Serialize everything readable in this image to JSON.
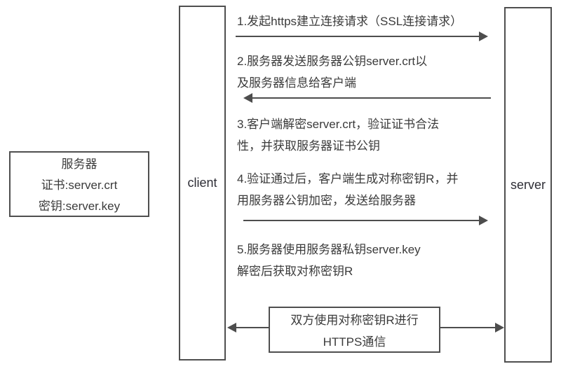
{
  "colors": {
    "background": "#ffffff",
    "border": "#4f4f4f",
    "line": "#4d4d4d",
    "text": "#3b3b3b"
  },
  "server_info_box": {
    "title": "服务器",
    "certificate": "证书:server.crt",
    "key": "密钥:server.key"
  },
  "lifelines": {
    "client": "client",
    "server": "server"
  },
  "steps": [
    {
      "lines": [
        "1.发起https建立连接请求（SSL连接请求）",
        ""
      ],
      "arrow": "client-to-server"
    },
    {
      "lines": [
        "2.服务器发送服务器公钥server.crt以",
        "及服务器信息给客户端"
      ],
      "arrow": "server-to-client"
    },
    {
      "lines": [
        "3.客户端解密server.crt，验证证书合法",
        "性，并获取服务器证书公钥"
      ],
      "arrow": "none"
    },
    {
      "lines": [
        "4.验证通过后，客户端生成对称密钥R，并",
        "用服务器公钥加密，发送给服务器"
      ],
      "arrow": "client-to-server"
    },
    {
      "lines": [
        "5.服务器使用服务器私钥server.key",
        "解密后获取对称密钥R"
      ],
      "arrow": "none"
    }
  ],
  "https_exchange_box": {
    "lines": [
      "双方使用对称密钥R进行",
      "HTTPS通信"
    ],
    "arrow": "bidirectional"
  }
}
